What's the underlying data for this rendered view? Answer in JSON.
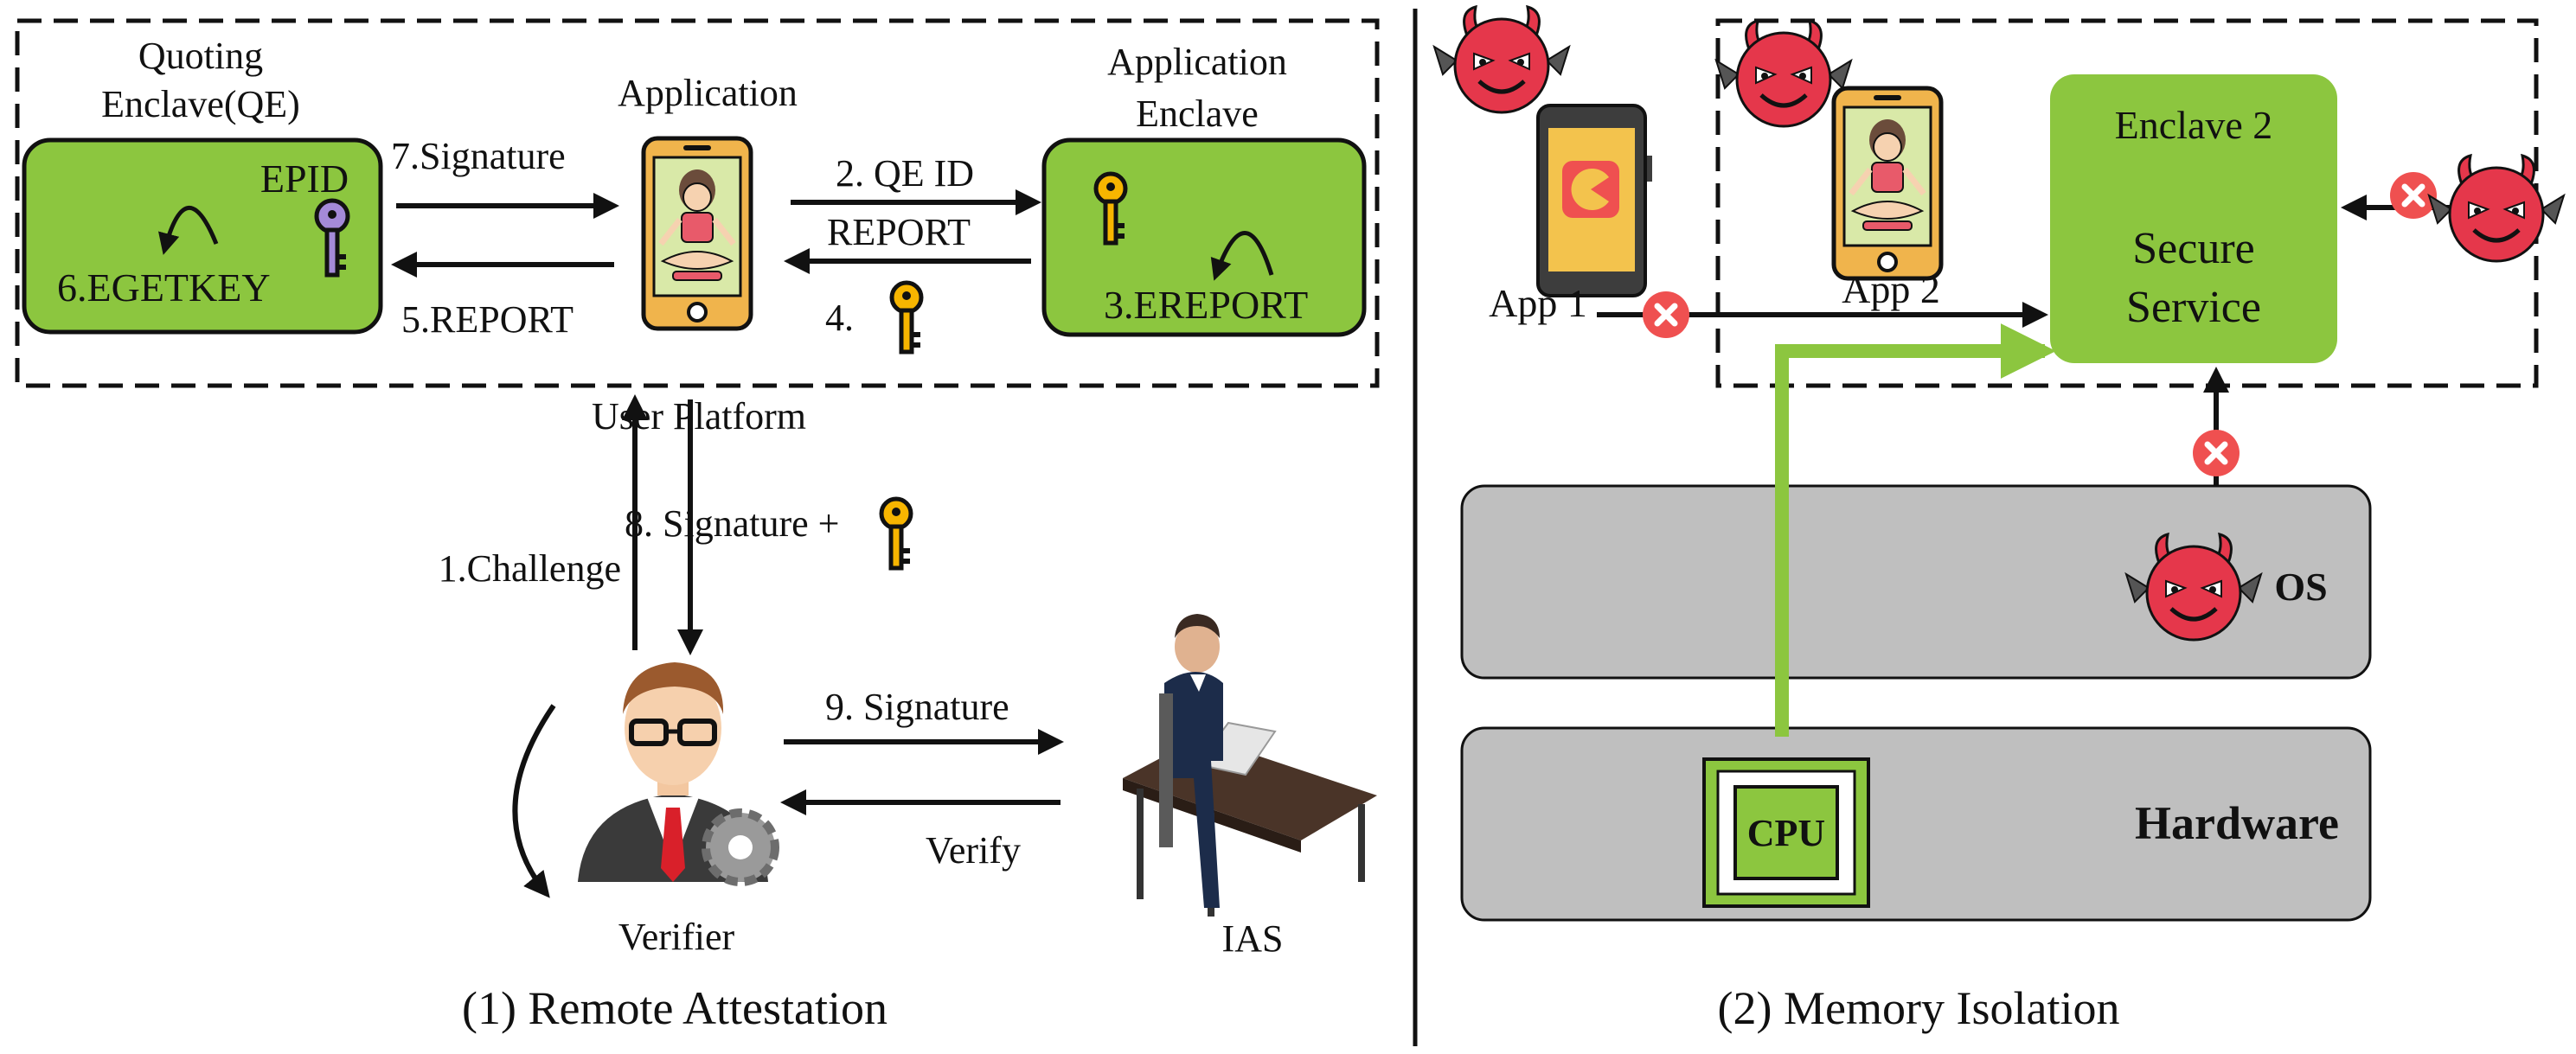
{
  "left_panel": {
    "caption": "(1) Remote Attestation",
    "quoting_enclave": {
      "title_line1": "Quoting",
      "title_line2": "Enclave(QE)",
      "key_label": "EPID",
      "step": "6.EGETKEY"
    },
    "application": {
      "label": "Application"
    },
    "application_enclave": {
      "title_line1": "Application",
      "title_line2": "Enclave",
      "step": "3.EREPORT"
    },
    "platform_label": "User Platform",
    "steps": {
      "signature_to_app": "7.Signature",
      "report_to_qe": "5.REPORT",
      "qe_id": "2. QE ID",
      "report": "REPORT",
      "key_step": "4.",
      "challenge": "1.Challenge",
      "signature_plus_key": "8. Signature +",
      "signature_to_ias": "9. Signature",
      "verify": "Verify"
    },
    "verifier_label": "Verifier",
    "ias_label": "IAS"
  },
  "right_panel": {
    "caption": "(2) Memory Isolation",
    "app1_label": "App 1",
    "app2_label": "App 2",
    "enclave2": {
      "title": "Enclave 2",
      "service_line1": "Secure",
      "service_line2": "Service"
    },
    "os_label": "OS",
    "hardware_label": "Hardware",
    "cpu_label": "CPU"
  },
  "colors": {
    "enclave_green": "#8cc63f",
    "arrow_green": "#8cc63f",
    "layer_gray": "#bfbfbf",
    "block_red": "#ef5050",
    "devil_red": "#e5374b",
    "key_gold": "#f7b500",
    "epid_key_purple": "#a48ad8"
  }
}
